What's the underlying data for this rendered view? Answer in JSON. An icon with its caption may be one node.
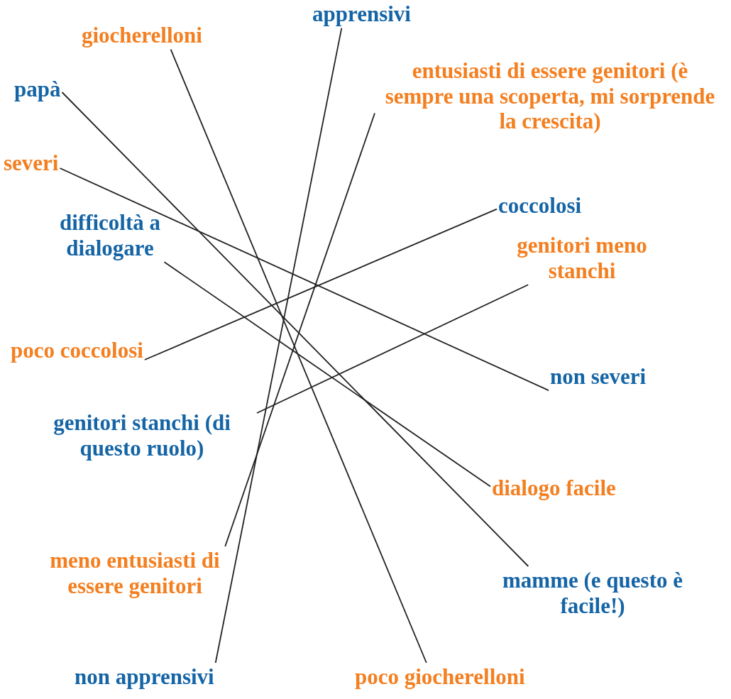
{
  "diagram": {
    "nodes": [
      {
        "text": [
          "apprensivi"
        ]
      },
      {
        "text": [
          "giocherelloni"
        ]
      },
      {
        "text": [
          "papà"
        ]
      },
      {
        "text": [
          "entusiasti di essere genitori (è sempre una scoperta, mi sorprende la crescita)"
        ]
      },
      {
        "text": [
          "severi"
        ]
      },
      {
        "text": [
          "coccolosi"
        ]
      },
      {
        "text": [
          "difficoltà a dialogare"
        ]
      },
      {
        "text": [
          "genitori meno stanchi"
        ]
      },
      {
        "text": [
          "poco coccolosi"
        ]
      },
      {
        "text": [
          "non severi"
        ]
      },
      {
        "text": [
          "genitori stanchi (di questo ruolo)"
        ]
      },
      {
        "text": [
          "dialogo facile"
        ]
      },
      {
        "text": [
          "meno entusiasti di essere genitori"
        ]
      },
      {
        "text": [
          "mamme (e questo è facile!)"
        ]
      },
      {
        "text": [
          "non apprensivi"
        ]
      },
      {
        "text": [
          "poco giocherelloni"
        ]
      }
    ],
    "edges": [
      {
        "from": 2,
        "to": 13,
        "arrow": "none"
      },
      {
        "from": 1,
        "to": 15,
        "arrow": "none"
      },
      {
        "from": 0,
        "to": 14,
        "arrow": "none"
      },
      {
        "from": 3,
        "to": 12,
        "arrow": "none"
      },
      {
        "from": 4,
        "to": 9,
        "arrow": "none"
      },
      {
        "from": 6,
        "to": 11,
        "arrow": "none"
      },
      {
        "from": 5,
        "to": 8,
        "arrow": "none"
      },
      {
        "from": 7,
        "to": 10,
        "arrow": "none"
      }
    ]
  }
}
